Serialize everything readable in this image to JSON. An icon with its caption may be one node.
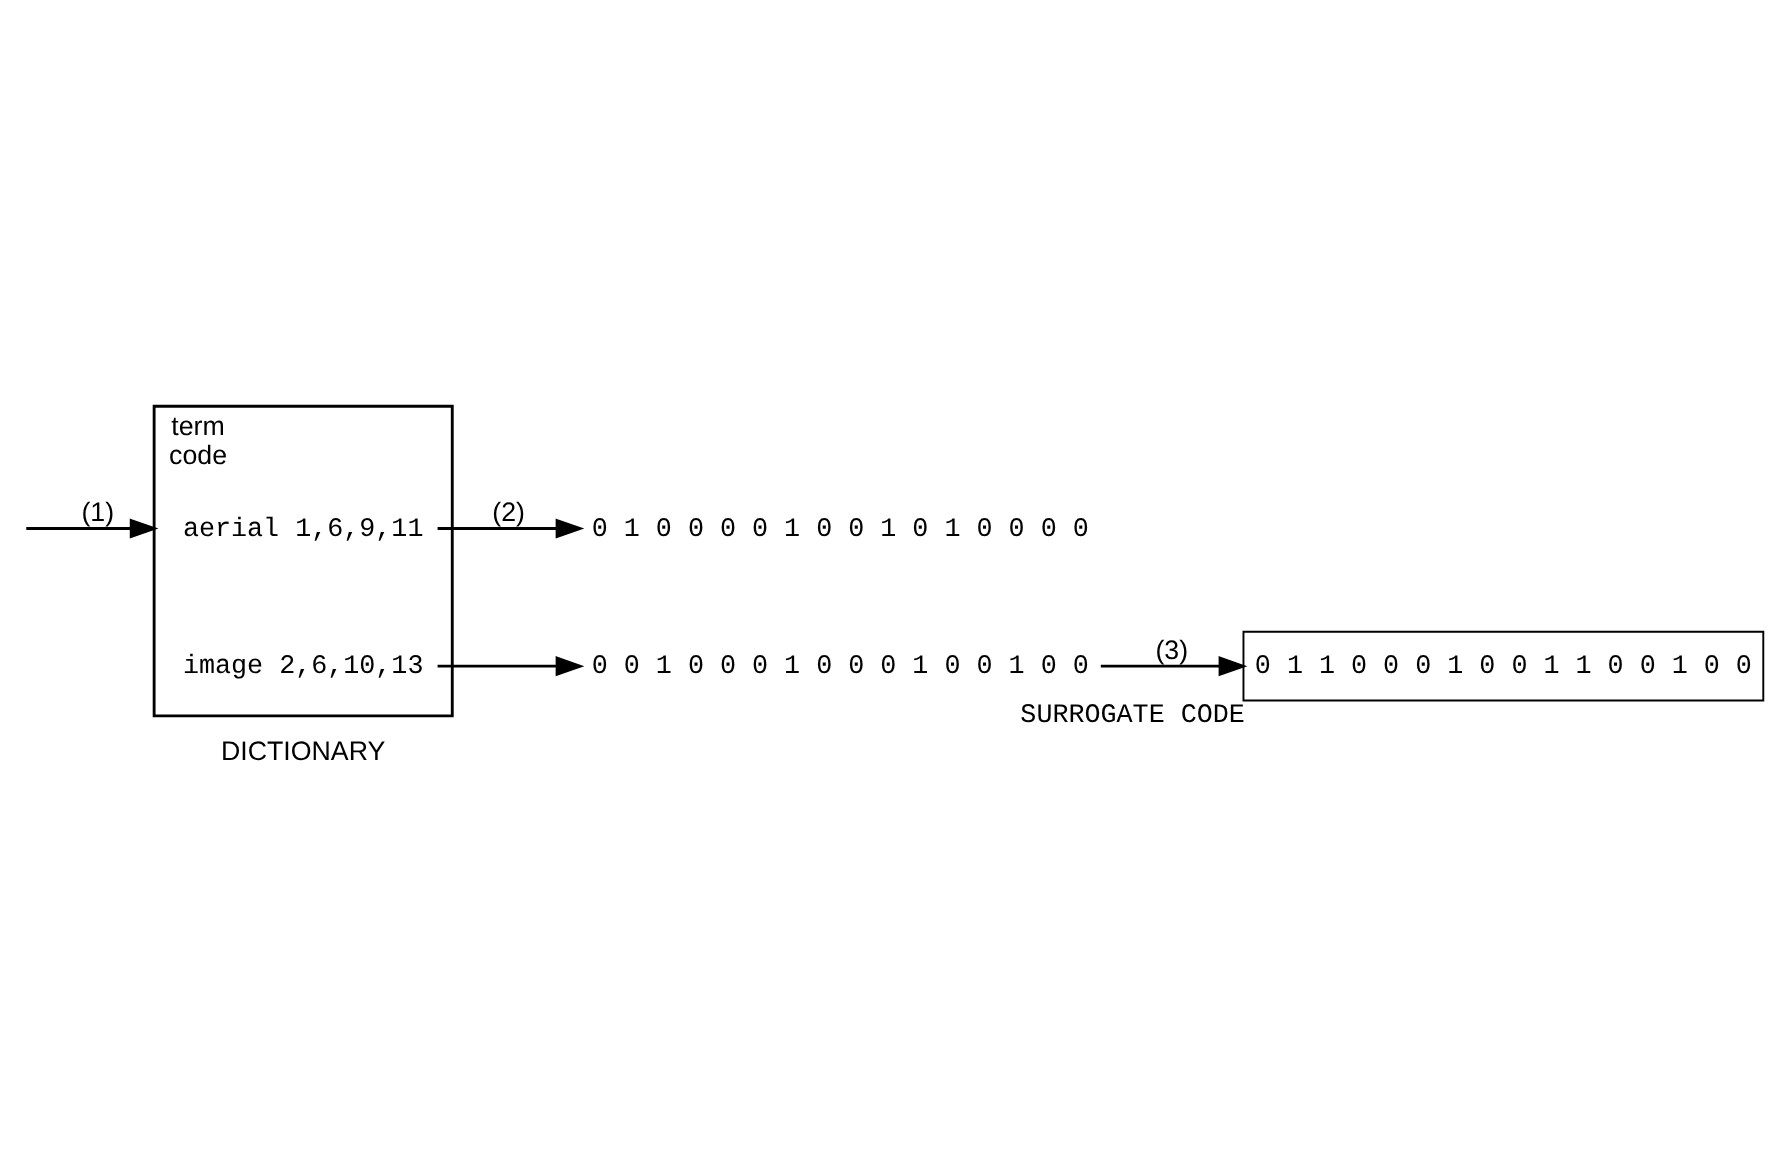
{
  "diagram": {
    "nodes": [
      {
        "text": [
          "term",
          "code"
        ],
        "beside": [
          "DICTIONARY"
        ]
      },
      {
        "text": [
          "aerial 1,6,9,11"
        ],
        "in": 0
      },
      {
        "text": [
          "image 2,6,10,13"
        ],
        "in": 0
      },
      {
        "text": [
          "0 1 0 0 0 0 1 0 0 1 0 1 0 0 0 0"
        ]
      },
      {
        "text": [
          "0 0 1 0 0 0 1 0 0 0 1 0 0 1 0 0"
        ]
      },
      {
        "text": [
          "0 1 1 0 0 0 1 0 0 1 1 0 0 1 0 0"
        ],
        "beside": [
          "SURROGATE CODE"
        ]
      }
    ],
    "edges": [
      {
        "from": null,
        "to": 0,
        "arrow": "to",
        "label": "(1)"
      },
      {
        "from": 1,
        "to": 3,
        "arrow": "to",
        "label": "(2)"
      },
      {
        "from": 2,
        "to": 4,
        "arrow": "to"
      },
      {
        "from": 4,
        "to": 5,
        "arrow": "to",
        "label": "(3)"
      }
    ]
  }
}
